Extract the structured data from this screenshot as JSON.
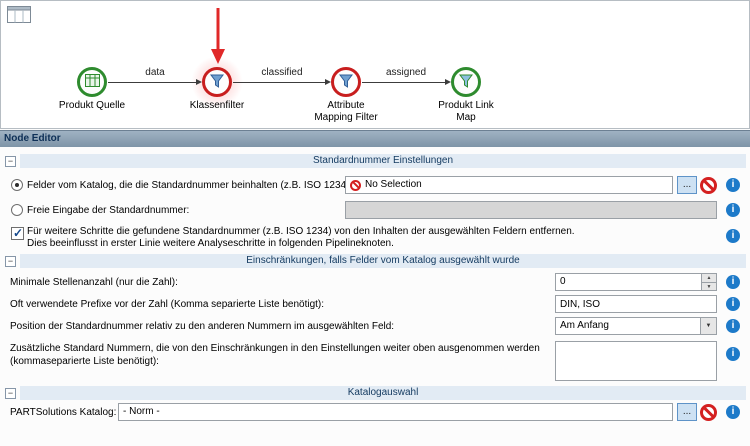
{
  "window": {
    "colors": {
      "node_editor_bar": "#8ba0b3",
      "section_header_bg": "#e2ebf4",
      "section_header_text": "#12395f",
      "info_icon": "#1d7ac9",
      "prohibit_icon": "#d42020",
      "node_green": "#2e8b2e",
      "node_red": "#c81e1e",
      "annotation_arrow": "#e02828",
      "disabled_field_bg": "#d6d6d6"
    }
  },
  "pipeline": {
    "nodes": [
      {
        "id": "produkt-quelle",
        "label_line1": "Produkt Quelle",
        "label_line2": "",
        "ring": "green",
        "icon": "table-icon",
        "highlighted": false
      },
      {
        "id": "klassenfilter",
        "label_line1": "Klassenfilter",
        "label_line2": "",
        "ring": "red",
        "icon": "funnel-icon",
        "highlighted": true
      },
      {
        "id": "attribute-mapping-filter",
        "label_line1": "Attribute",
        "label_line2": "Mapping Filter",
        "ring": "red",
        "icon": "funnel-icon",
        "highlighted": false
      },
      {
        "id": "produkt-link-map",
        "label_line1": "Produkt Link",
        "label_line2": "Map",
        "ring": "green",
        "icon": "funnel-icon",
        "highlighted": false
      }
    ],
    "edges": [
      {
        "label": "data"
      },
      {
        "label": "classified"
      },
      {
        "label": "assigned"
      }
    ]
  },
  "node_editor": {
    "title": "Node Editor"
  },
  "ui": {
    "browse_label": "..."
  },
  "sections": {
    "standardnummer": {
      "title": "Standardnummer Einstellungen",
      "radio_catalog": {
        "selected": true,
        "label": "Felder vom Katalog, die die Standardnummer beinhalten (z.B. ISO 1234)",
        "value": "No Selection"
      },
      "radio_free": {
        "selected": false,
        "label": "Freie Eingabe der Standardnummer:",
        "value": ""
      },
      "remove_checkbox": {
        "checked": true,
        "line1": "Für weitere Schritte die gefundene Standardnummer (z.B. ISO 1234) von den Inhalten der ausgewählten Feldern entfernen.",
        "line2": "Dies beeinflusst in erster Linie weitere Analyseschritte in folgenden Pipelineknoten."
      }
    },
    "restrictions": {
      "title": "Einschränkungen, falls Felder vom Katalog ausgewählt wurde",
      "min_digits": {
        "label": "Minimale Stellenanzahl (nur die Zahl):",
        "value": "0"
      },
      "prefixes": {
        "label": "Oft verwendete Prefixe vor der Zahl (Komma separierte Liste benötigt):",
        "value": "DIN, ISO"
      },
      "position": {
        "label": "Position der Standardnummer relativ zu den anderen Nummern im ausgewählten Feld:",
        "value": "Am Anfang"
      },
      "exceptions": {
        "label": "Zusätzliche Standard Nummern, die von den Einschränkungen in den Einstellungen weiter oben ausgenommen werden (kommaseparierte Liste benötigt):",
        "value": ""
      }
    },
    "catalog": {
      "title": "Katalogauswahl",
      "partsolutions": {
        "label": "PARTSolutions Katalog:",
        "value": "- Norm -"
      }
    }
  }
}
